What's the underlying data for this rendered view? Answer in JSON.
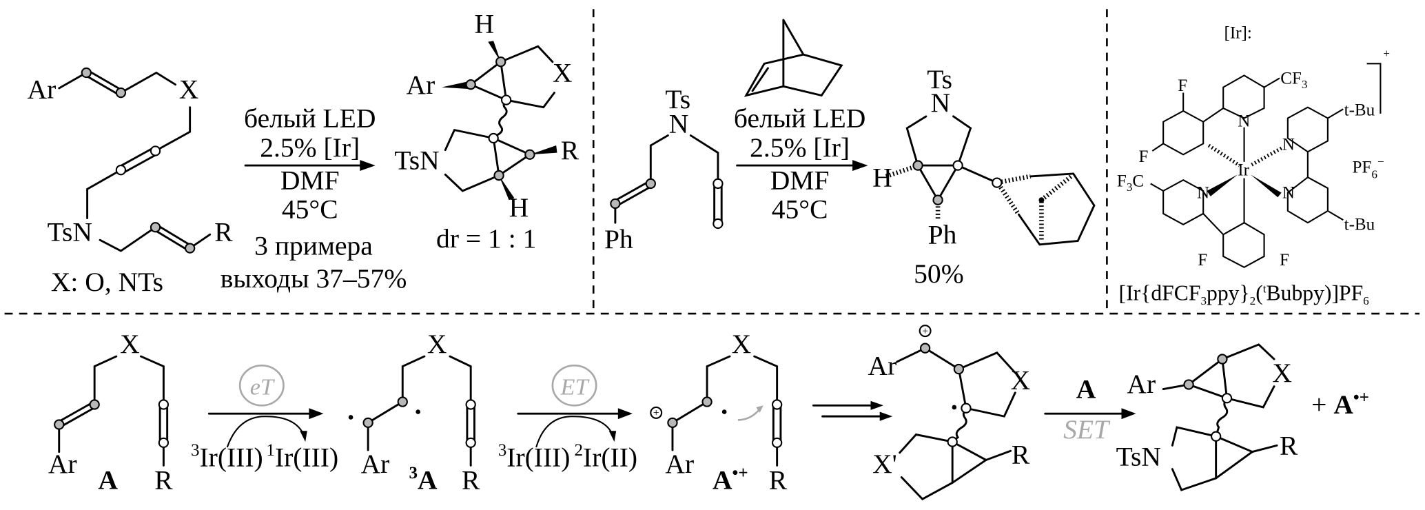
{
  "scheme1": {
    "reactant": {
      "ar": "Ar",
      "x": "X",
      "tsn": "TsN",
      "r": "R",
      "x_def": "X: O, NTs"
    },
    "conditions": {
      "light": "белый LED",
      "catalyst": "2.5% [Ir]",
      "solvent": "DMF",
      "temperature": "45°C",
      "examples": "3 примера",
      "yields": "выходы 37–57%"
    },
    "product": {
      "h": "H",
      "ar": "Ar",
      "x": "X",
      "tsn": "TsN",
      "r": "R",
      "dr": "dr = 1 : 1"
    }
  },
  "scheme2": {
    "reactant": {
      "ts": "Ts",
      "n": "N",
      "ph": "Ph"
    },
    "conditions": {
      "light": "белый LED",
      "catalyst": "2.5% [Ir]",
      "solvent": "DMF",
      "temperature": "45°C"
    },
    "product": {
      "ts": "Ts",
      "n": "N",
      "h": "H",
      "ph": "Ph",
      "yield": "50%"
    }
  },
  "catalyst": {
    "label": "[Ir]:",
    "ir": "Ir",
    "n": "N",
    "f": "F",
    "cf": "CF",
    "f3c_f": "F",
    "f3c_c": "C",
    "three": "3",
    "tbu": "t-Bu",
    "pf": "PF",
    "six": "6",
    "minus": "−",
    "plus": "+",
    "formula": {
      "a": "[Ir{dFCF",
      "b": "3",
      "c": "ppy}",
      "d": "2",
      "e": "(",
      "f": "t",
      "g": "Bubpy)]PF",
      "h": "6"
    }
  },
  "mechanism": {
    "a_label": "A",
    "x": "X",
    "ar": "Ar",
    "r": "R",
    "x_prime": "X'",
    "tsn": "TsN",
    "et_energy": "eT",
    "et_electron": "ET",
    "set": "SET",
    "triplet": "3",
    "singlet": "1",
    "doublet": "2",
    "ir3": "Ir(III)",
    "ir2": "Ir(II)",
    "radical_cation": "•+",
    "plus_sign": "+ ",
    "cation": "+"
  },
  "colors": {
    "dot_filled": "#b8b8b8",
    "annotation": "#a8a8a8"
  }
}
